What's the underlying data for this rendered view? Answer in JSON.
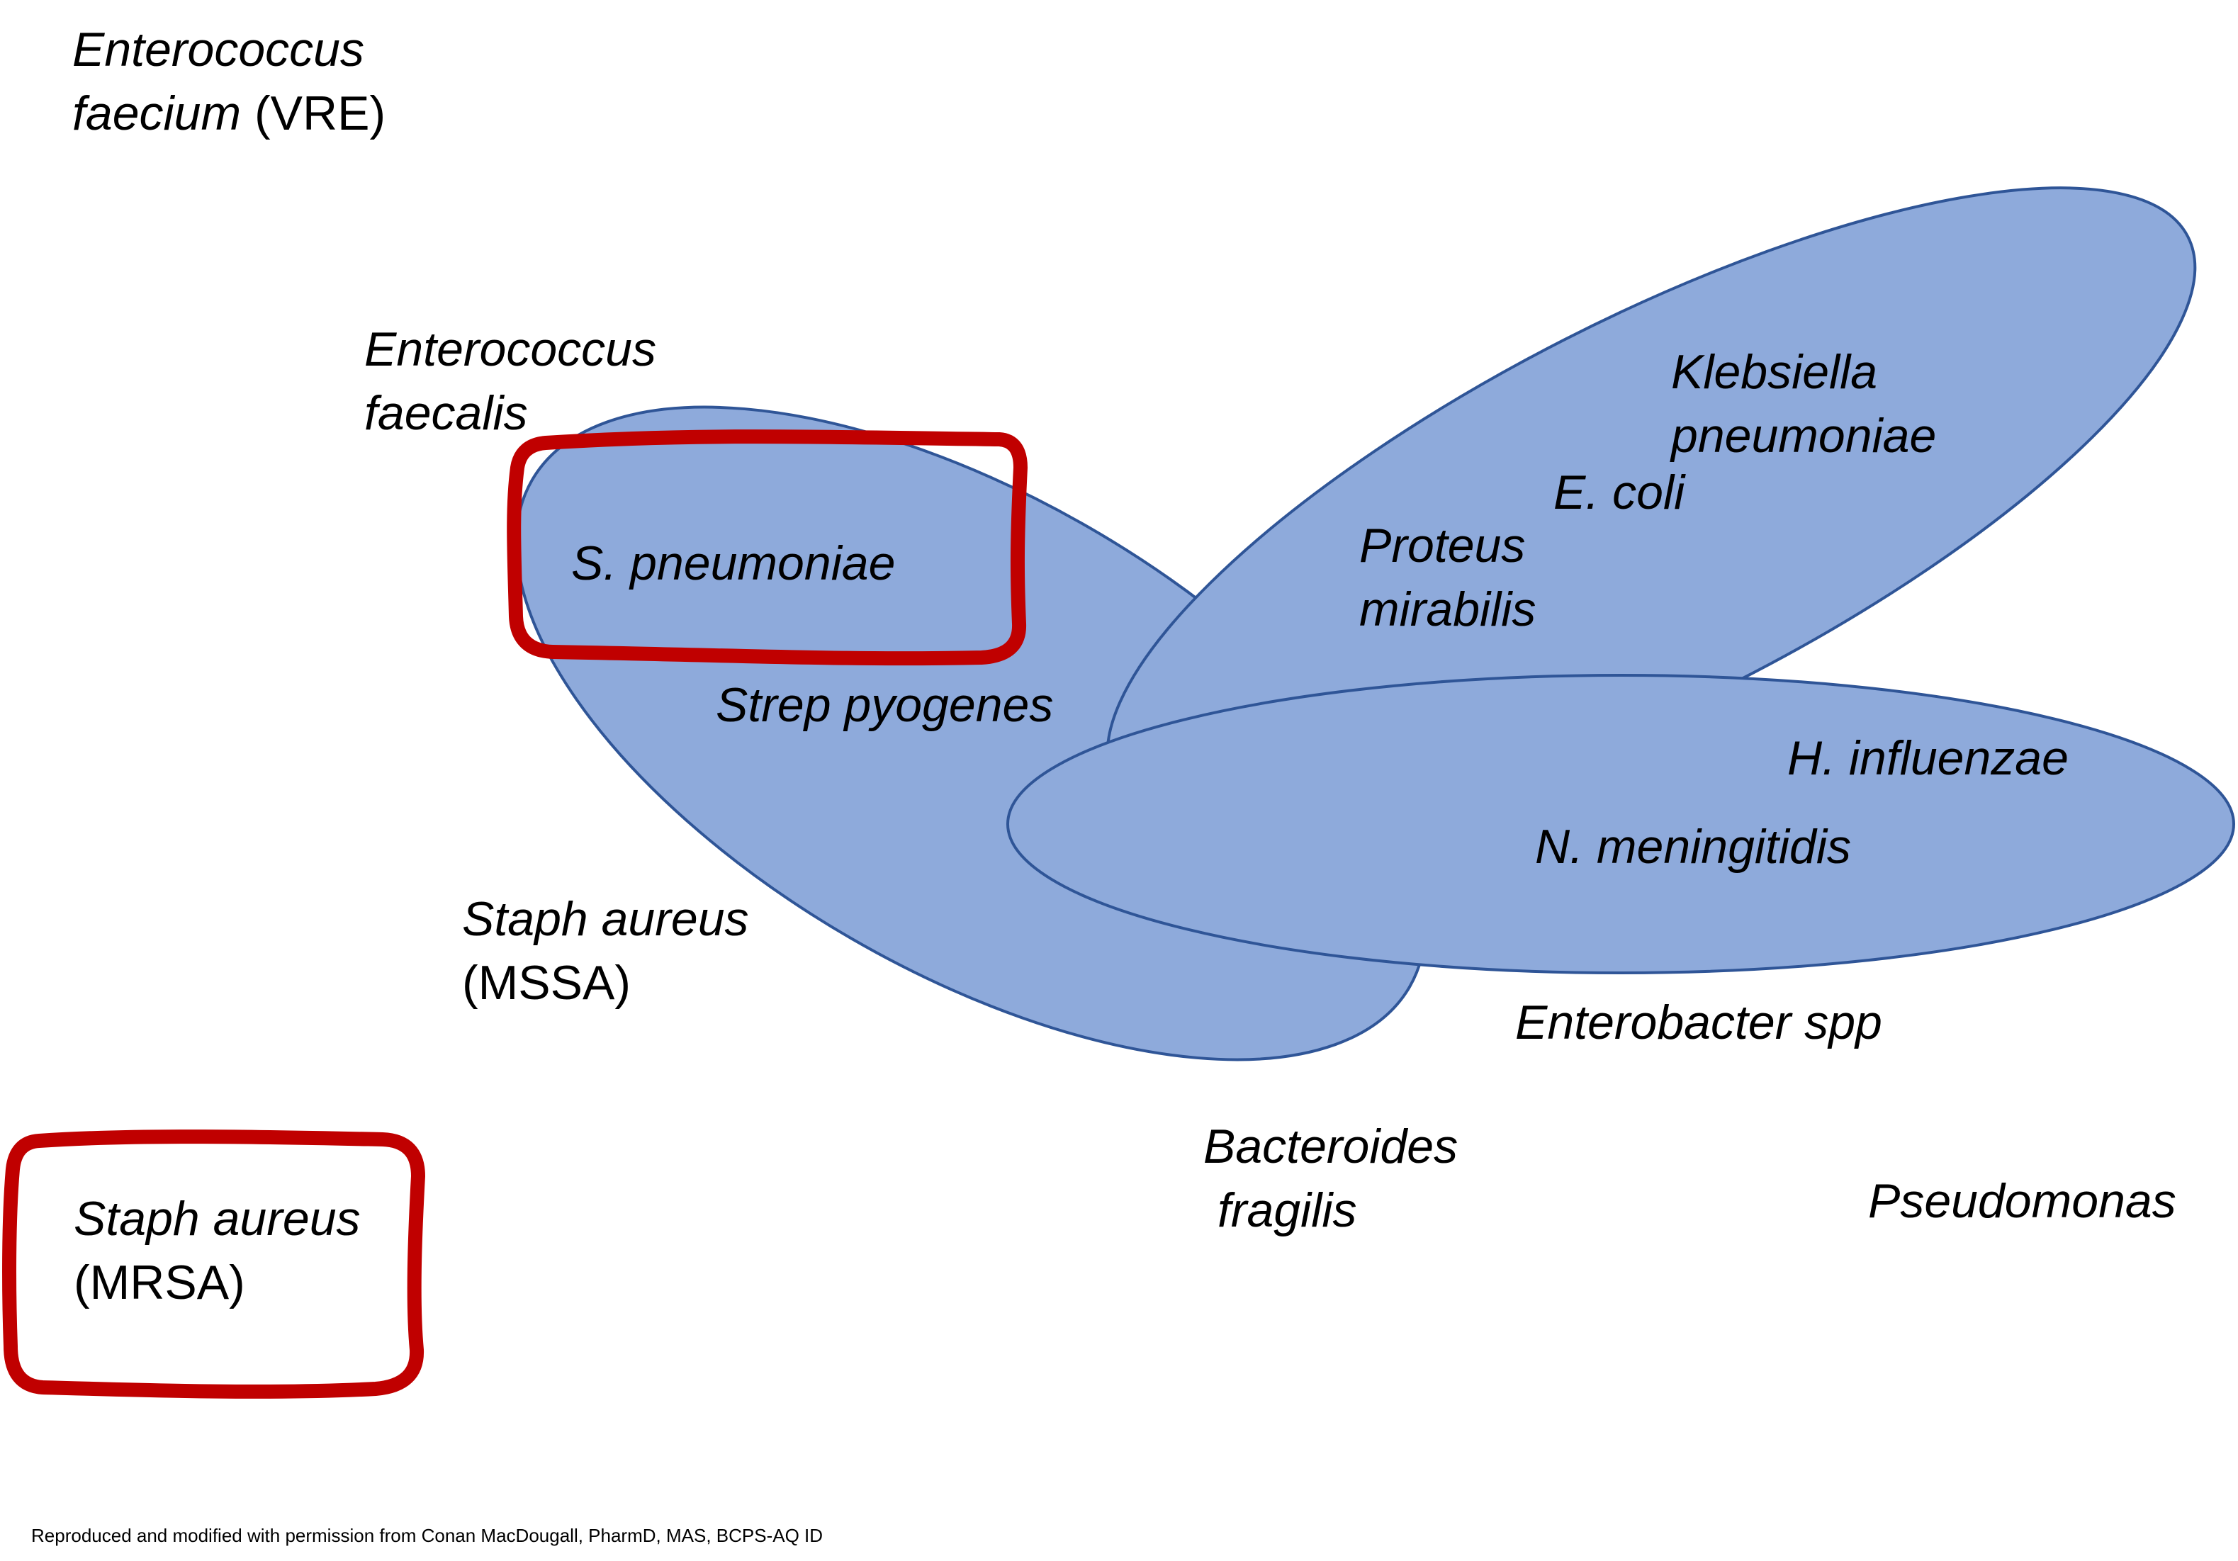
{
  "organisms": {
    "e_faecium": {
      "line1": "Enterococcus",
      "line2_italic": "faecium",
      "line2_plain": " (VRE)"
    },
    "e_faecalis": {
      "line1": "Enterococcus",
      "line2": "faecalis"
    },
    "s_pneumoniae": "S. pneumoniae",
    "strep_pyogenes": "Strep pyogenes",
    "mssa": {
      "line1": "Staph aureus",
      "line2": "(MSSA)"
    },
    "mrsa": {
      "line1": "Staph aureus",
      "line2": "(MRSA)"
    },
    "klebsiella": {
      "line1": "Klebsiella",
      "line2": "pneumoniae"
    },
    "e_coli": "E. coli",
    "proteus": {
      "line1": "Proteus",
      "line2": "mirabilis"
    },
    "h_influenzae": "H. influenzae",
    "n_meningitidis": "N. meningitidis",
    "enterobacter": "Enterobacter spp",
    "bacteroides": {
      "line1": "Bacteroides",
      "line2": "fragilis"
    },
    "pseudomonas": "Pseudomonas"
  },
  "footnote": "Reproduced and modified with permission from Conan MacDougall, PharmD, MAS, BCPS-AQ ID",
  "colors": {
    "ellipse_fill": "#8eaadb",
    "ellipse_stroke": "#2f5597",
    "highlight": "#c00000"
  }
}
